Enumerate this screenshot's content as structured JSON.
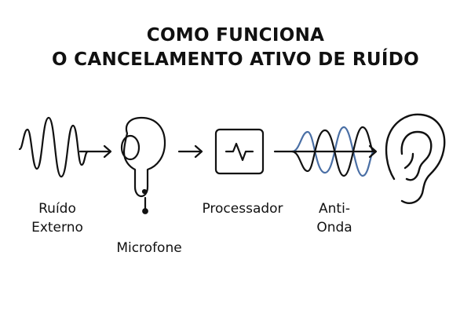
{
  "title": {
    "line1": "COMO FUNCIONA",
    "line2": "O CANCELAMENTO ATIVO DE RUÍDO"
  },
  "labels": {
    "external_noise": [
      "Ruído",
      "Externo"
    ],
    "microphone": "Microfone",
    "processor": "Processador",
    "anti_wave": [
      "Anti-",
      "Onda"
    ]
  },
  "icons": [
    "noise-wave-icon",
    "earbud-icon",
    "processor-chip-icon",
    "anti-wave-icon",
    "ear-icon"
  ],
  "colors": {
    "stroke": "#111111",
    "anti_wave": "#4a6fa5",
    "background": "#ffffff"
  }
}
